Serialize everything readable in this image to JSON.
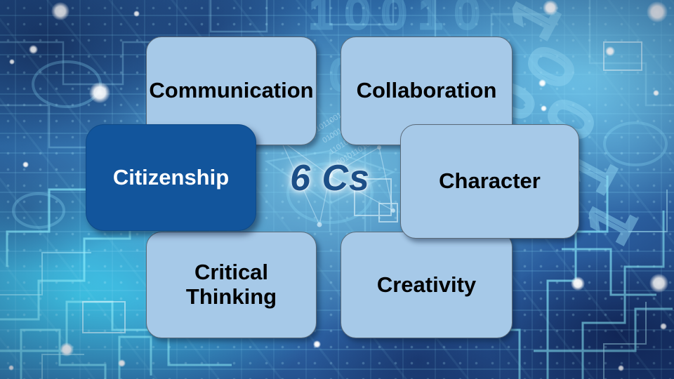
{
  "slide": {
    "center_label": "6 Cs",
    "center_label_color": "#1c4f87",
    "accent_color": "#12559c",
    "box_color": "#a6c9e8",
    "text_color": "#000000",
    "accent_text_color": "#ffffff",
    "background": {
      "description": "blue circuit-board technology photo with binary digits and glowing nodes",
      "base_color": "#2f6fa8",
      "trace_color": "#7fdcf5",
      "dark_color": "#14295a"
    }
  },
  "boxes": [
    {
      "id": "communication",
      "label": "Communication",
      "style": "light"
    },
    {
      "id": "collaboration",
      "label": "Collaboration",
      "style": "light"
    },
    {
      "id": "character",
      "label": "Character",
      "style": "light"
    },
    {
      "id": "citizenship",
      "label": "Citizenship",
      "style": "accent"
    },
    {
      "id": "critical-thinking",
      "label": "Critical Thinking",
      "style": "light"
    },
    {
      "id": "creativity",
      "label": "Creativity",
      "style": "light"
    }
  ]
}
